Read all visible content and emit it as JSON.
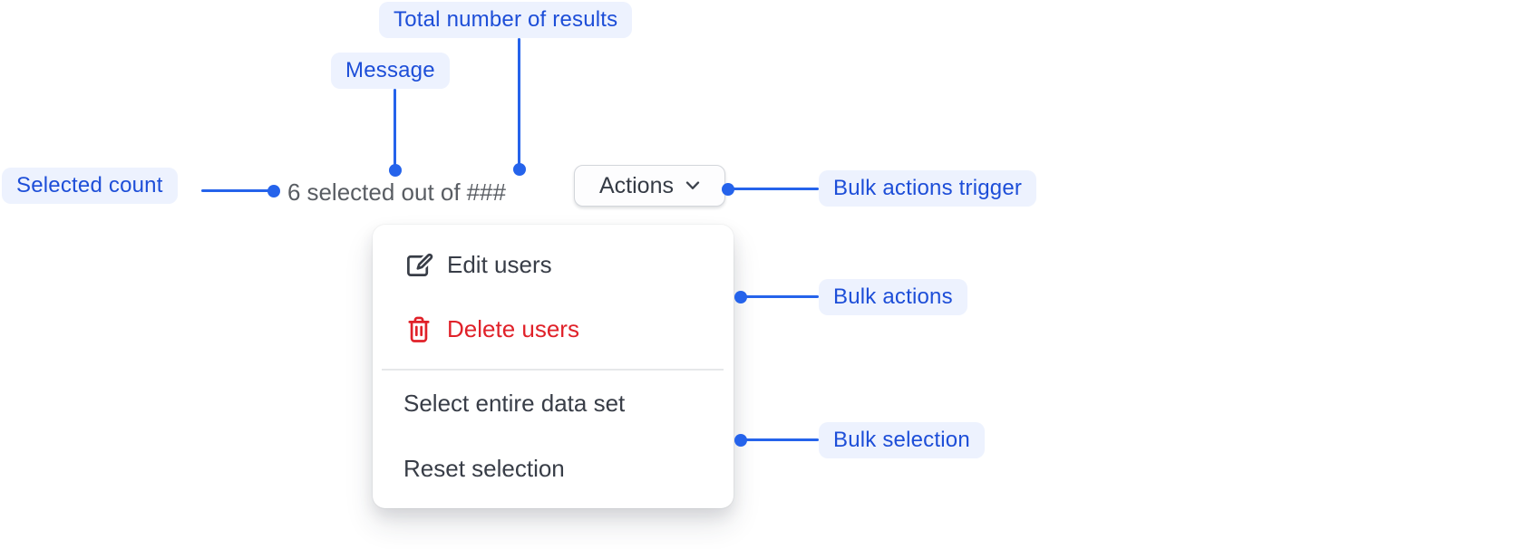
{
  "colors": {
    "annotation_text": "#1d4ed8",
    "annotation_line": "#2563eb",
    "annotation_pill_bg": "#edf2fe",
    "muted_text": "#595d63",
    "menu_text": "#383d47",
    "danger": "#e02129",
    "border": "#d3d6db",
    "canvas_bg": "#ffffff"
  },
  "annotations": {
    "total_results": {
      "label": "Total number of results"
    },
    "message": {
      "label": "Message"
    },
    "selected_count": {
      "label": "Selected count"
    },
    "bulk_actions_trigger": {
      "label": "Bulk actions trigger"
    },
    "bulk_actions": {
      "label": "Bulk actions"
    },
    "bulk_selection": {
      "label": "Bulk selection"
    }
  },
  "component": {
    "selection_message": {
      "count": "6",
      "text": "selected out of",
      "total_placeholder": "###"
    },
    "trigger_button": {
      "label": "Actions",
      "icon": "chevron-down"
    },
    "menu": {
      "items": [
        {
          "label": "Edit users",
          "icon": "edit-pencil",
          "variant": "default"
        },
        {
          "label": "Delete users",
          "icon": "trash",
          "variant": "danger"
        },
        {
          "divider": true
        },
        {
          "label": "Select entire data set",
          "variant": "default"
        },
        {
          "label": "Reset selection",
          "variant": "default"
        }
      ]
    }
  }
}
